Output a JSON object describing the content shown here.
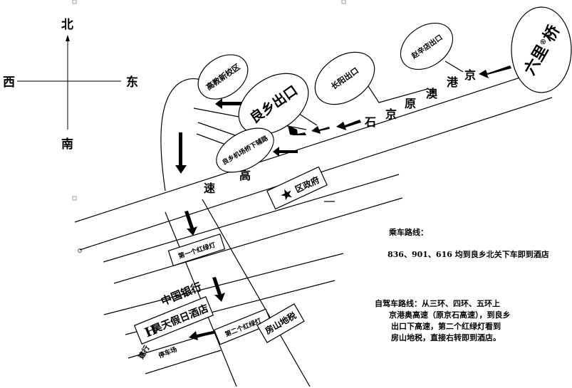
{
  "compass": {
    "north": "北",
    "south": "南",
    "west": "西",
    "east": "东"
  },
  "landmarks": {
    "liulizqiao": "六里",
    "liulizqiao_mark": "®",
    "liulizqiao_tail": "桥",
    "zhaoxindian_exit": "赵辛店出口",
    "changyang_exit": "长阳出口",
    "gaojiao_exit": "高教新校区",
    "liangxiang_exit": "良乡出口",
    "airport_bridge": "良乡机场桥下辅路",
    "district_gov": "区政府",
    "first_light": "第一个红绿灯",
    "second_light": "第二个红绿灯",
    "fangshan_tax": "房山地税",
    "bank": "中国银行",
    "hotel_h": "H",
    "hotel_name": "昊天假日酒店",
    "parking": "停车场",
    "jianhang": "建行"
  },
  "road_text": {
    "jing": "京",
    "gang": "港",
    "ao": "澳",
    "gao": "高",
    "su": "速",
    "yuan": "原",
    "jing2": "京",
    "shi": "石"
  },
  "bus": {
    "title": "乘车路线：",
    "body": "836、901、616 均到良乡北关下车即到酒店"
  },
  "drive": {
    "line1": "自驾车路线：从三环、四环、五环上",
    "line2": "京港奥高速（原京石高速），到良乡",
    "line3": "出口下高速，第二个红绿灯看到",
    "line4": "房山地税，直接右转即到酒店。"
  }
}
